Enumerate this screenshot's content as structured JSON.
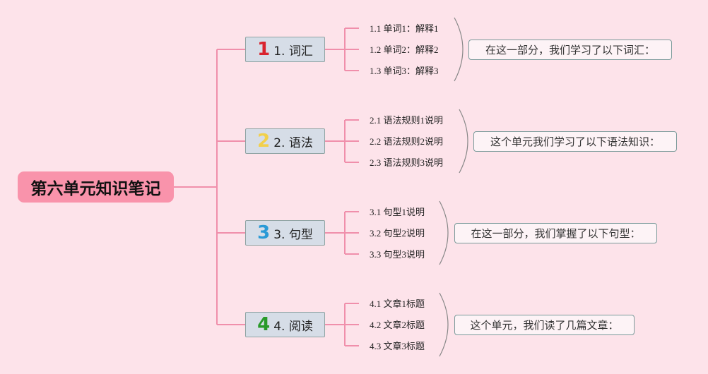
{
  "root": {
    "title": "第六单元知识笔记"
  },
  "colors": {
    "line": "#f08fab",
    "root": "#f993ab",
    "branch_fill": "#d6dde7"
  },
  "branches": [
    {
      "number": "1",
      "number_color": "#d9232e",
      "label": "1. 词汇",
      "items": [
        "1.1 单词1：解释1",
        "1.2 单词2：解释2",
        "1.3 单词3：解释3"
      ],
      "summary": "在这一部分，我们学习了以下词汇："
    },
    {
      "number": "2",
      "number_color": "#f2d04a",
      "label": "2. 语法",
      "items": [
        "2.1 语法规则1说明",
        "2.2 语法规则2说明",
        "2.3 语法规则3说明"
      ],
      "summary": "这个单元我们学习了以下语法知识："
    },
    {
      "number": "3",
      "number_color": "#2a9ad6",
      "label": "3. 句型",
      "items": [
        "3.1 句型1说明",
        "3.2 句型2说明",
        "3.3 句型3说明"
      ],
      "summary": "在这一部分，我们掌握了以下句型："
    },
    {
      "number": "4",
      "number_color": "#2a9a2a",
      "label": "4. 阅读",
      "items": [
        "4.1 文章1标题",
        "4.2 文章2标题",
        "4.3 文章3标题"
      ],
      "summary": "这个单元，我们读了几篇文章："
    }
  ]
}
